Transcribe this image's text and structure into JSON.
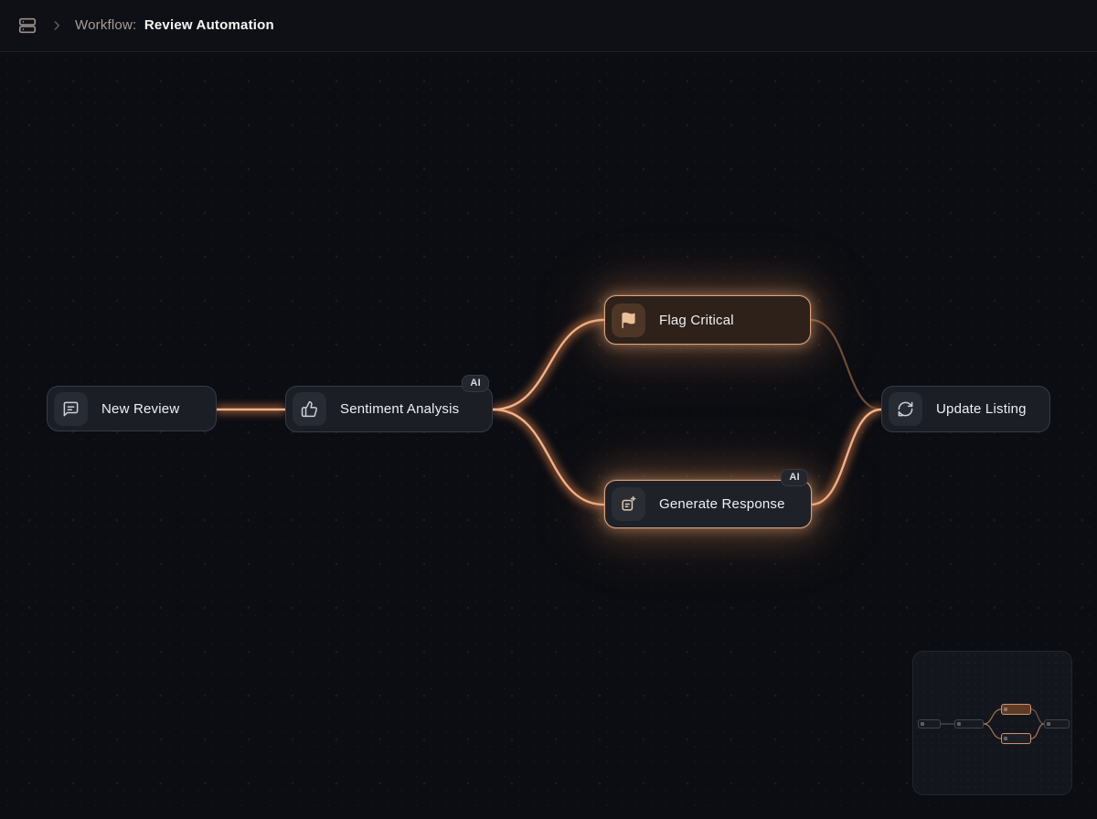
{
  "header": {
    "icon": "workflow-stack-icon",
    "breadcrumb_prefix": "Workflow:",
    "title": "Review Automation"
  },
  "canvas": {
    "nodes": [
      {
        "id": "new-review",
        "label": "New Review",
        "icon": "message-square-text-icon",
        "state": "default",
        "badge": ""
      },
      {
        "id": "sentiment-analysis",
        "label": "Sentiment Analysis",
        "icon": "thumbs-up-sentiment-icon",
        "state": "default",
        "badge": "AI"
      },
      {
        "id": "flag-critical",
        "label": "Flag Critical",
        "icon": "flag-icon",
        "state": "highlighted-filled",
        "badge": ""
      },
      {
        "id": "generate-response",
        "label": "Generate Response",
        "icon": "message-sparkle-icon",
        "state": "highlighted",
        "badge": "AI"
      },
      {
        "id": "update-listing",
        "label": "Update Listing",
        "icon": "refresh-icon",
        "state": "default",
        "badge": ""
      }
    ],
    "edges": [
      {
        "from": "new-review",
        "to": "sentiment-analysis",
        "style": "active-glow"
      },
      {
        "from": "sentiment-analysis",
        "to": "flag-critical",
        "style": "active-glow"
      },
      {
        "from": "sentiment-analysis",
        "to": "generate-response",
        "style": "active-glow"
      },
      {
        "from": "flag-critical",
        "to": "update-listing",
        "style": "dim"
      },
      {
        "from": "generate-response",
        "to": "update-listing",
        "style": "active-glow"
      }
    ],
    "colors": {
      "canvas_bg": "#0b0d12",
      "node_bg": "#1b1e25",
      "node_border": "#363b47",
      "highlight_border": "#dba27a",
      "edge_core": "#f0b289",
      "edge_glow": "#b4683c",
      "edge_dim": "#6e4b36",
      "flag_node_bg": "#2d211a"
    }
  },
  "minimap": {
    "nodes": [
      "new-review",
      "sentiment-analysis",
      "flag-critical",
      "generate-response",
      "update-listing"
    ]
  }
}
